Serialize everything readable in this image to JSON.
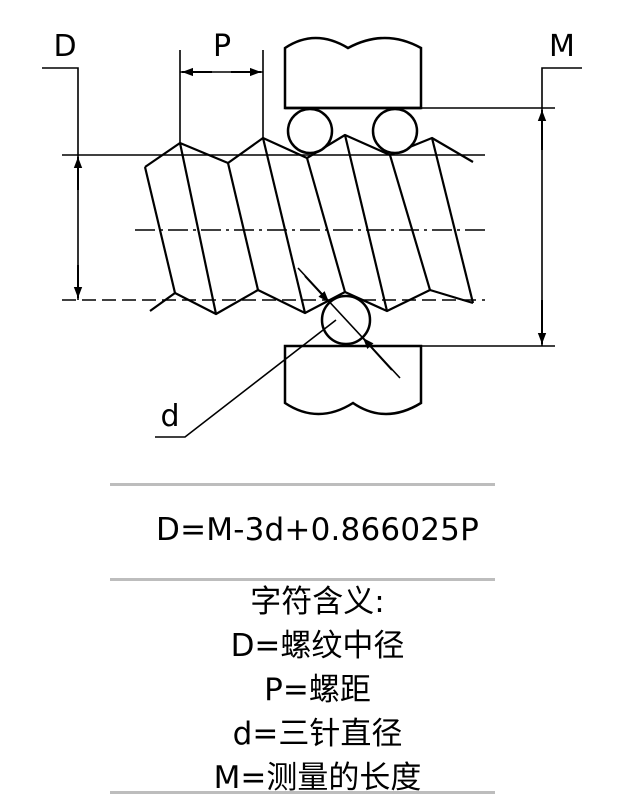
{
  "diagram": {
    "labels": {
      "D": "D",
      "P": "P",
      "M": "M",
      "d": "d"
    }
  },
  "formula": "D=M-3d+0.866025P",
  "legend": {
    "title": "字符含义:",
    "items": [
      "D=螺纹中径",
      "P=螺距",
      "d=三针直径",
      "M=测量的长度"
    ]
  }
}
